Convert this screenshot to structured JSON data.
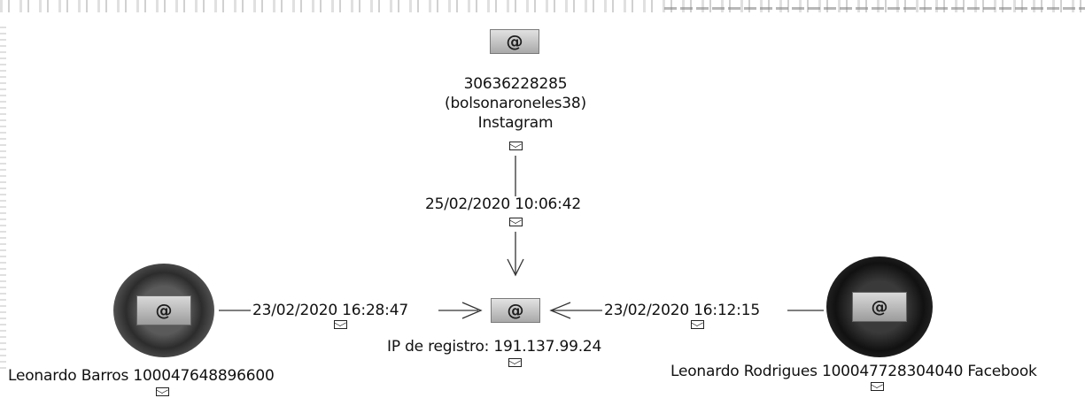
{
  "nodes": {
    "instagram": {
      "line1": "30636228285",
      "line2": "(bolsonaroneles38)",
      "line3": "Instagram",
      "icon": "at-sign-icon"
    },
    "ip": {
      "label": "IP de registro: 191.137.99.24",
      "icon": "at-sign-icon"
    },
    "barros": {
      "label": "Leonardo Barros 100047648896600",
      "icon": "at-sign-icon"
    },
    "rodrigues": {
      "label": "Leonardo Rodrigues 100047728304040 Facebook",
      "icon": "at-sign-icon"
    }
  },
  "edges": {
    "top": {
      "label": "25/02/2020 10:06:42"
    },
    "left": {
      "label": "23/02/2020 16:28:47"
    },
    "right": {
      "label": "23/02/2020 16:12:15"
    }
  },
  "glyphs": {
    "at": "@"
  }
}
